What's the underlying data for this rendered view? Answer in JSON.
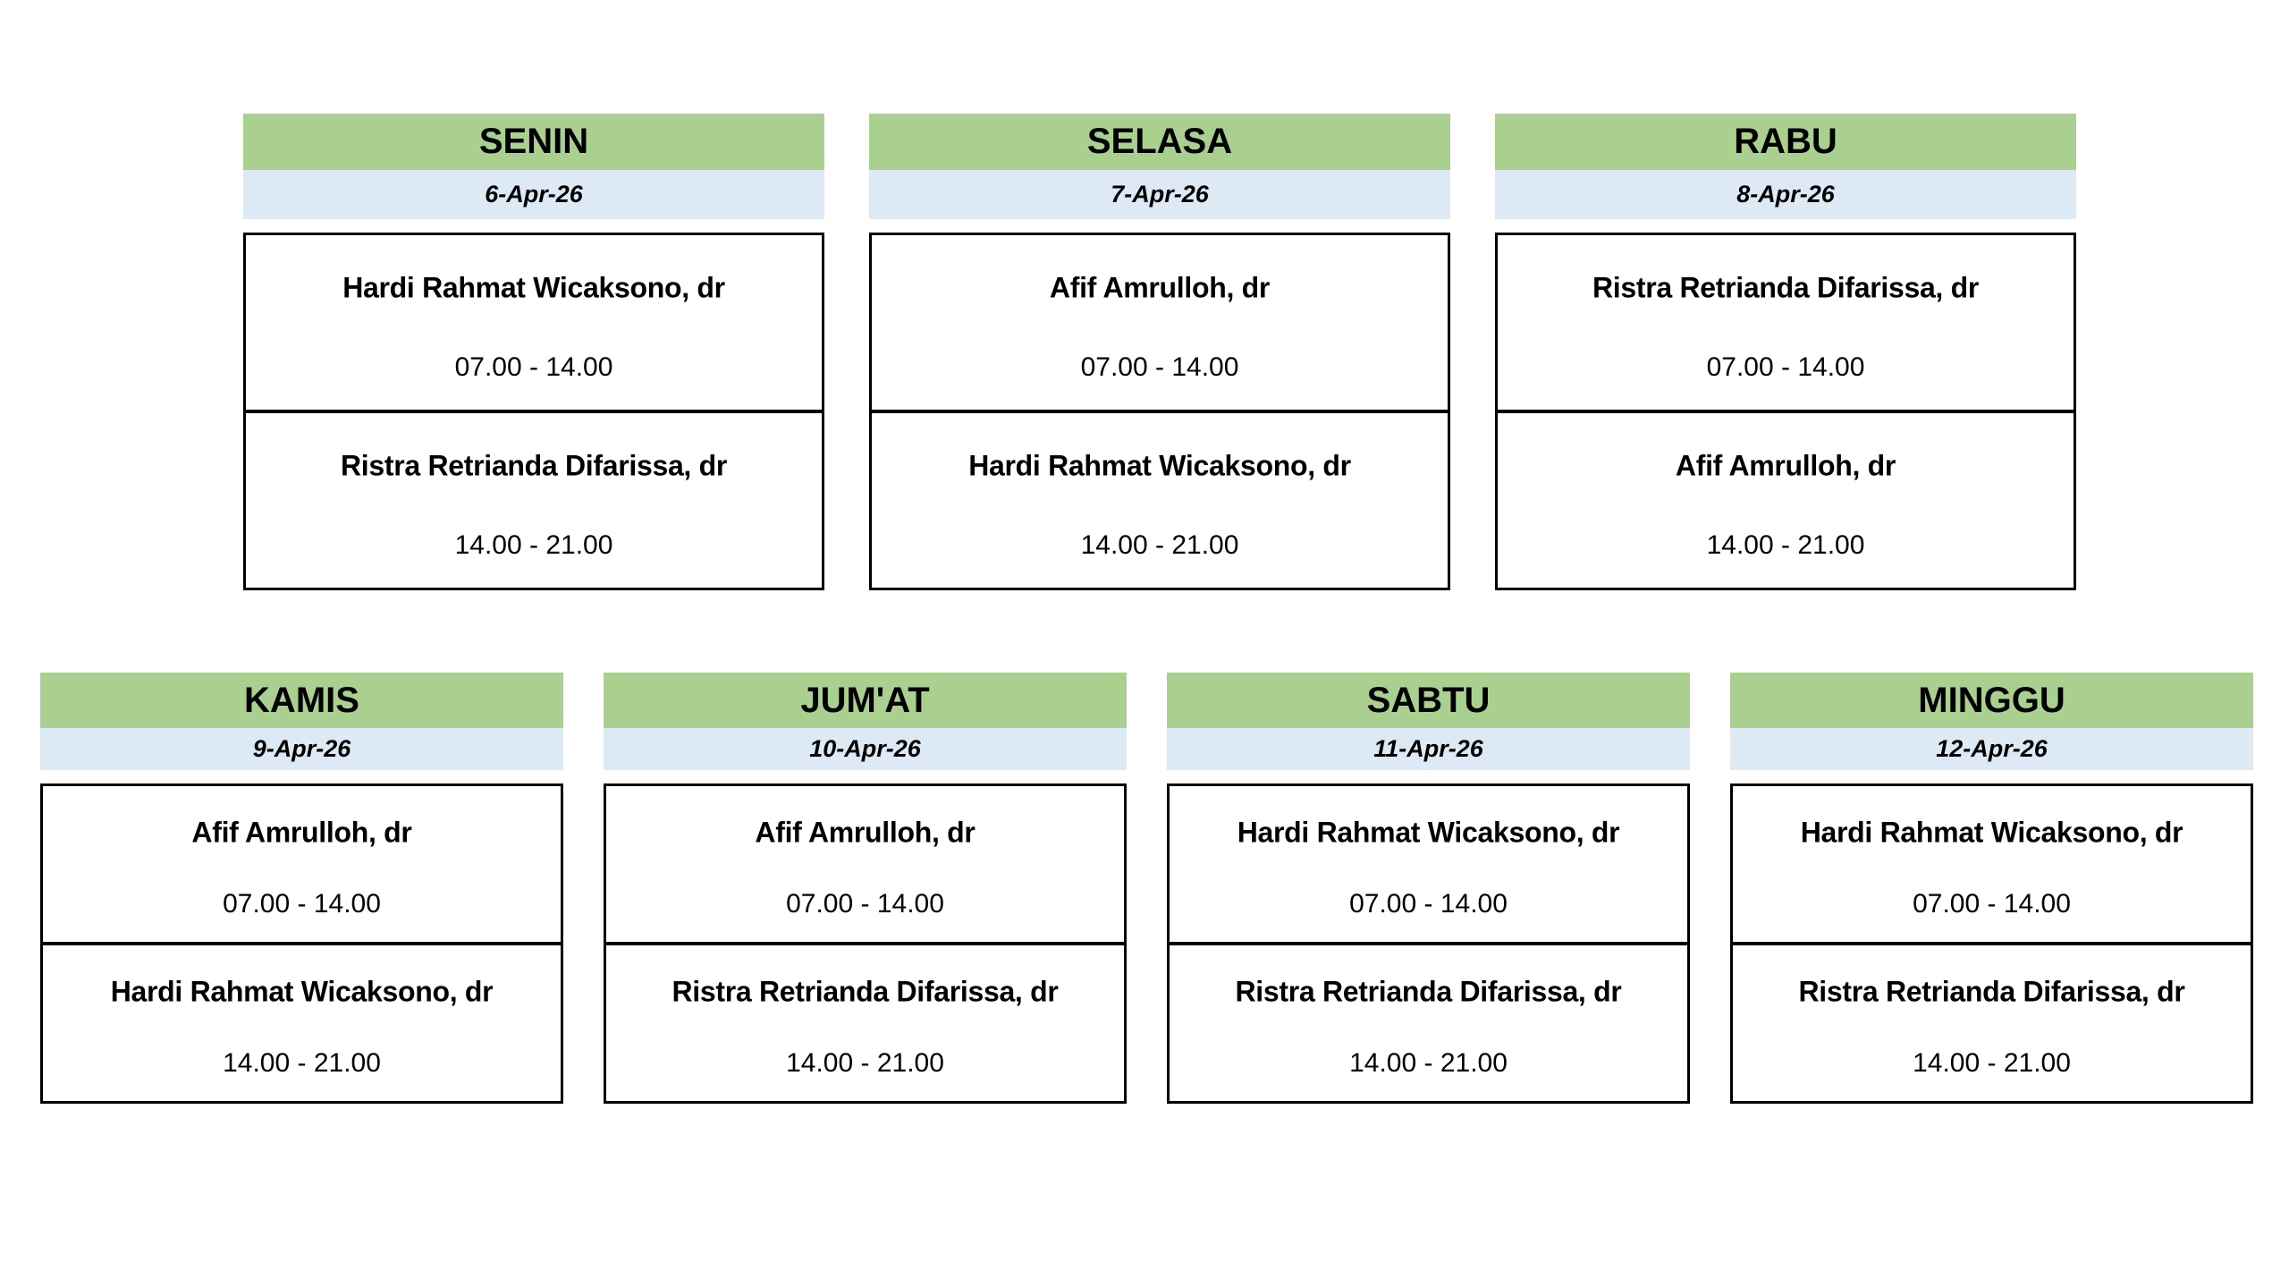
{
  "colors": {
    "day_header_bg": "#a9d08e",
    "date_band_bg": "#ddeaf6",
    "border": "#000000",
    "background": "#ffffff",
    "text": "#000000"
  },
  "schedule": {
    "days": [
      {
        "day": "SENIN",
        "date": "6-Apr-26",
        "shifts": [
          {
            "doctor": "Hardi Rahmat Wicaksono, dr",
            "time": "07.00 - 14.00"
          },
          {
            "doctor": "Ristra Retrianda Difarissa, dr",
            "time": "14.00 - 21.00"
          }
        ]
      },
      {
        "day": "SELASA",
        "date": "7-Apr-26",
        "shifts": [
          {
            "doctor": "Afif Amrulloh, dr",
            "time": "07.00 - 14.00"
          },
          {
            "doctor": "Hardi Rahmat Wicaksono, dr",
            "time": "14.00 - 21.00"
          }
        ]
      },
      {
        "day": "RABU",
        "date": "8-Apr-26",
        "shifts": [
          {
            "doctor": "Ristra Retrianda Difarissa, dr",
            "time": "07.00 - 14.00"
          },
          {
            "doctor": "Afif Amrulloh, dr",
            "time": "14.00 - 21.00"
          }
        ]
      },
      {
        "day": "KAMIS",
        "date": "9-Apr-26",
        "shifts": [
          {
            "doctor": "Afif Amrulloh, dr",
            "time": "07.00 - 14.00"
          },
          {
            "doctor": "Hardi Rahmat Wicaksono, dr",
            "time": "14.00 - 21.00"
          }
        ]
      },
      {
        "day": "JUM'AT",
        "date": "10-Apr-26",
        "shifts": [
          {
            "doctor": "Afif Amrulloh, dr",
            "time": "07.00 - 14.00"
          },
          {
            "doctor": "Ristra Retrianda Difarissa, dr",
            "time": "14.00 - 21.00"
          }
        ]
      },
      {
        "day": "SABTU",
        "date": "11-Apr-26",
        "shifts": [
          {
            "doctor": "Hardi Rahmat Wicaksono, dr",
            "time": "07.00 - 14.00"
          },
          {
            "doctor": "Ristra Retrianda Difarissa, dr",
            "time": "14.00 - 21.00"
          }
        ]
      },
      {
        "day": "MINGGU",
        "date": "12-Apr-26",
        "shifts": [
          {
            "doctor": "Hardi Rahmat Wicaksono, dr",
            "time": "07.00 - 14.00"
          },
          {
            "doctor": "Ristra Retrianda Difarissa, dr",
            "time": "14.00 - 21.00"
          }
        ]
      }
    ]
  }
}
